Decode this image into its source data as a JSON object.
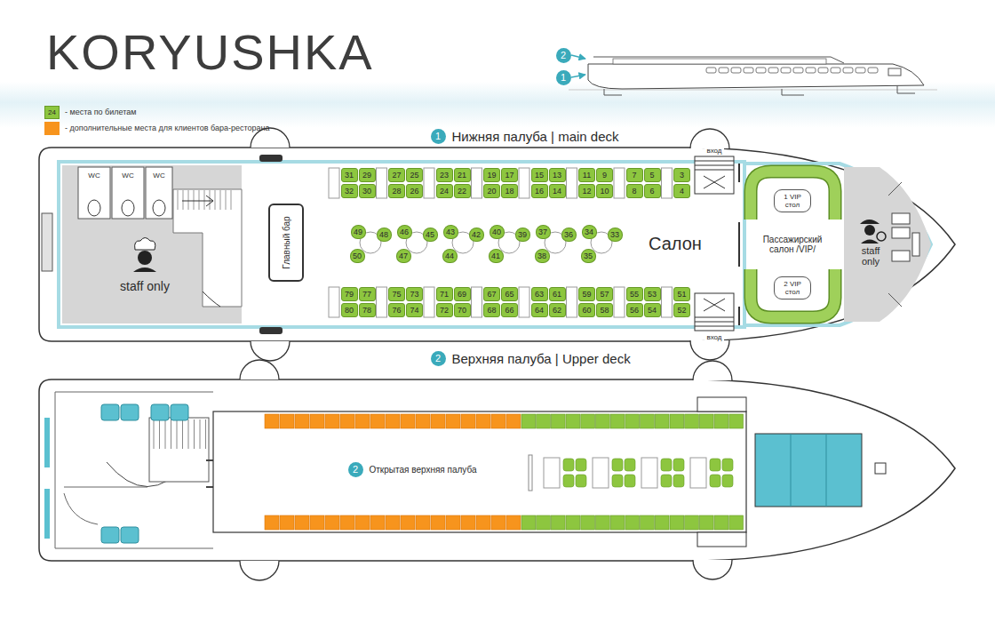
{
  "diagram": {
    "title": "KORYUSHKA",
    "nodes": [
      {
        "text": [
          "2"
        ]
      },
      {
        "text": [
          "1"
        ]
      },
      {
        "text": [
          "1",
          "Нижняя палуба | main deck"
        ]
      },
      {
        "text": [
          "Главный бар"
        ]
      },
      {
        "text": [
          "31"
        ]
      },
      {
        "text": [
          "29"
        ]
      },
      {
        "text": [
          "27"
        ]
      },
      {
        "text": [
          "25"
        ]
      },
      {
        "text": [
          "23"
        ]
      },
      {
        "text": [
          "21"
        ]
      },
      {
        "text": [
          "19"
        ]
      },
      {
        "text": [
          "17"
        ]
      },
      {
        "text": [
          "15"
        ]
      },
      {
        "text": [
          "13"
        ]
      },
      {
        "text": [
          "11"
        ]
      },
      {
        "text": [
          "9"
        ]
      },
      {
        "text": [
          "7"
        ]
      },
      {
        "text": [
          "5"
        ]
      },
      {
        "text": [
          "3"
        ]
      },
      {
        "text": [
          "32"
        ]
      },
      {
        "text": [
          "30"
        ]
      },
      {
        "text": [
          "28"
        ]
      },
      {
        "text": [
          "26"
        ]
      },
      {
        "text": [
          "24"
        ]
      },
      {
        "text": [
          "22"
        ]
      },
      {
        "text": [
          "20"
        ]
      },
      {
        "text": [
          "18"
        ]
      },
      {
        "text": [
          "16"
        ]
      },
      {
        "text": [
          "14"
        ]
      },
      {
        "text": [
          "12"
        ]
      },
      {
        "text": [
          "10"
        ]
      },
      {
        "text": [
          "8"
        ]
      },
      {
        "text": [
          "6"
        ]
      },
      {
        "text": [
          "4"
        ]
      },
      {
        "text": [
          "49"
        ]
      },
      {
        "text": [
          "48"
        ]
      },
      {
        "text": [
          "50"
        ]
      },
      {
        "text": [
          "46"
        ]
      },
      {
        "text": [
          "45"
        ]
      },
      {
        "text": [
          "47"
        ]
      },
      {
        "text": [
          "43"
        ]
      },
      {
        "text": [
          "42"
        ]
      },
      {
        "text": [
          "44"
        ]
      },
      {
        "text": [
          "40"
        ]
      },
      {
        "text": [
          "39"
        ]
      },
      {
        "text": [
          "41"
        ]
      },
      {
        "text": [
          "37"
        ]
      },
      {
        "text": [
          "36"
        ]
      },
      {
        "text": [
          "38"
        ]
      },
      {
        "text": [
          "34"
        ]
      },
      {
        "text": [
          "33"
        ]
      },
      {
        "text": [
          "35"
        ]
      },
      {
        "text": [
          "79"
        ]
      },
      {
        "text": [
          "77"
        ]
      },
      {
        "text": [
          "75"
        ]
      },
      {
        "text": [
          "73"
        ]
      },
      {
        "text": [
          "71"
        ]
      },
      {
        "text": [
          "69"
        ]
      },
      {
        "text": [
          "67"
        ]
      },
      {
        "text": [
          "65"
        ]
      },
      {
        "text": [
          "63"
        ]
      },
      {
        "text": [
          "61"
        ]
      },
      {
        "text": [
          "59"
        ]
      },
      {
        "text": [
          "57"
        ]
      },
      {
        "text": [
          "55"
        ]
      },
      {
        "text": [
          "53"
        ]
      },
      {
        "text": [
          "51"
        ]
      },
      {
        "text": [
          "80"
        ]
      },
      {
        "text": [
          "78"
        ]
      },
      {
        "text": [
          "76"
        ]
      },
      {
        "text": [
          "74"
        ]
      },
      {
        "text": [
          "72"
        ]
      },
      {
        "text": [
          "70"
        ]
      },
      {
        "text": [
          "68"
        ]
      },
      {
        "text": [
          "66"
        ]
      },
      {
        "text": [
          "64"
        ]
      },
      {
        "text": [
          "62"
        ]
      },
      {
        "text": [
          "60"
        ]
      },
      {
        "text": [
          "58"
        ]
      },
      {
        "text": [
          "56"
        ]
      },
      {
        "text": [
          "54"
        ]
      },
      {
        "text": [
          "52"
        ]
      },
      {
        "text": [
          "1 VIP стол"
        ]
      },
      {
        "text": [
          "2 VIP стол"
        ]
      },
      {
        "text": [
          "2",
          "Верхняя палуба | Upper deck"
        ]
      },
      {
        "text": [
          "2",
          "Открытая верхняя палуба"
        ]
      }
    ],
    "labels": [
      "24",
      "WC",
      "WC",
      "WC",
      "staff only",
      "Салон",
      "Пассажирский салон /VIP/",
      "staff only",
      "вход",
      "вход"
    ],
    "legend": [
      {
        "text": "- места по билетам",
        "color": "#8dc63f"
      },
      {
        "text": "- дополнительные места для клиентов бара-ресторана",
        "color": "#f7941d"
      }
    ]
  }
}
